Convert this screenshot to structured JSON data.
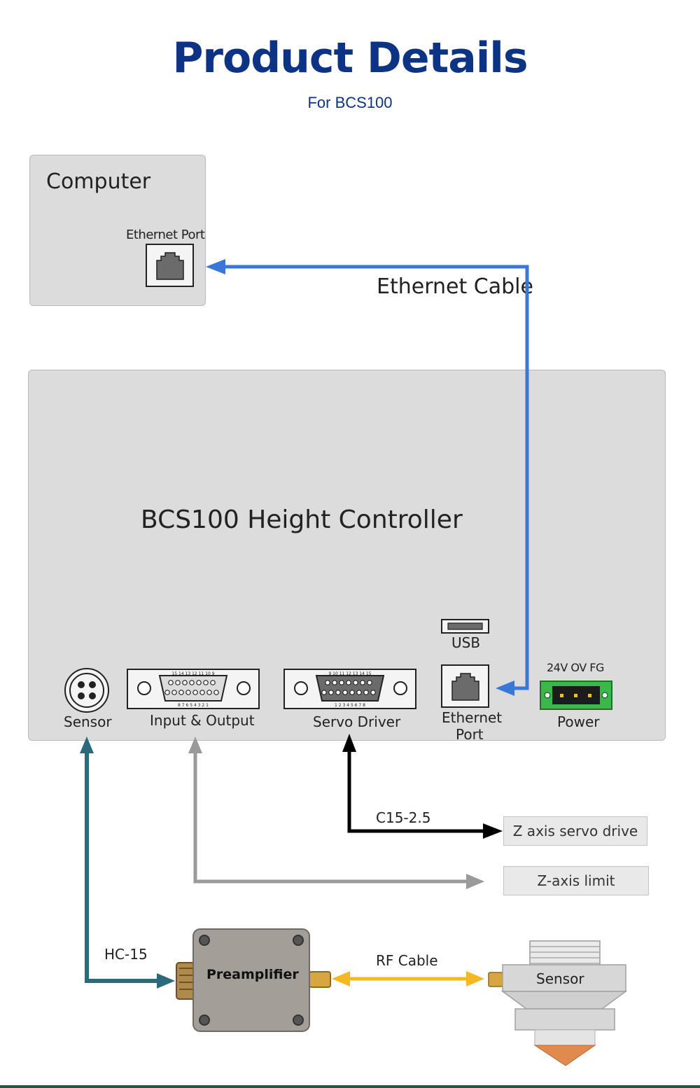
{
  "header": {
    "title": "Product Details",
    "subtitle": "For BCS100"
  },
  "computer": {
    "title": "Computer",
    "port_label": "Ethernet Port"
  },
  "controller": {
    "title": "BCS100 Height Controller",
    "ports": {
      "sensor": "Sensor",
      "io": "Input & Output",
      "servo": "Servo Driver",
      "usb": "USB",
      "ethernet_line1": "Ethernet",
      "ethernet_line2": "Port",
      "power_pins": "24V OV FG",
      "power": "Power"
    },
    "io_pins_top": "15 14 13 12 11 10 9",
    "io_pins_bottom": "8 7 6 5 4 3 2 1",
    "servo_pins_top": "9 10 11 12 13 14 15",
    "servo_pins_bottom": "1 2 3 4 5 6 7 8"
  },
  "connections": {
    "ethernet_cable": "Ethernet Cable",
    "servo_cable": "C15-2.5",
    "sensor_cable": "HC-15",
    "rf_cable": "RF Cable"
  },
  "targets": {
    "servo_drive": "Z axis servo drive",
    "axis_limit": "Z-axis limit"
  },
  "preamplifier": {
    "label": "Preamplifier"
  },
  "sensor_head": {
    "label": "Sensor"
  },
  "colors": {
    "title": "#0d3385",
    "ethernet": "#3a78d8",
    "servo": "#000000",
    "io": "#9a9a9a",
    "sensor": "#2a6a7a",
    "rf": "#f5b820",
    "power_green": "#3cb84a"
  }
}
